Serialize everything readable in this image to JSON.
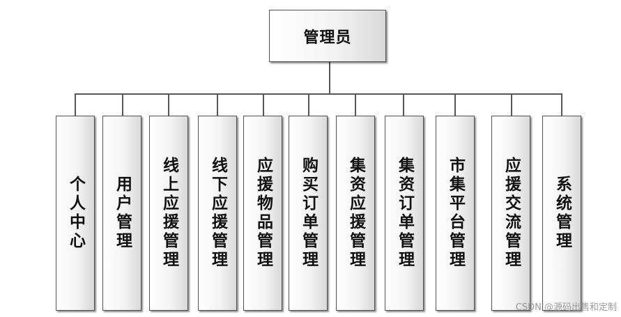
{
  "root": {
    "label": "管理员"
  },
  "modules": [
    {
      "label": "个人中心"
    },
    {
      "label": "用户管理"
    },
    {
      "label": "线上应援管理"
    },
    {
      "label": "线下应援管理"
    },
    {
      "label": "应援物品管理"
    },
    {
      "label": "购买订单管理"
    },
    {
      "label": "集资应援管理"
    },
    {
      "label": "集资订单管理"
    },
    {
      "label": "市集平台管理"
    },
    {
      "label": "应援交流管理"
    },
    {
      "label": "系统管理"
    }
  ],
  "watermark": "CSDN @源码出售和定制"
}
